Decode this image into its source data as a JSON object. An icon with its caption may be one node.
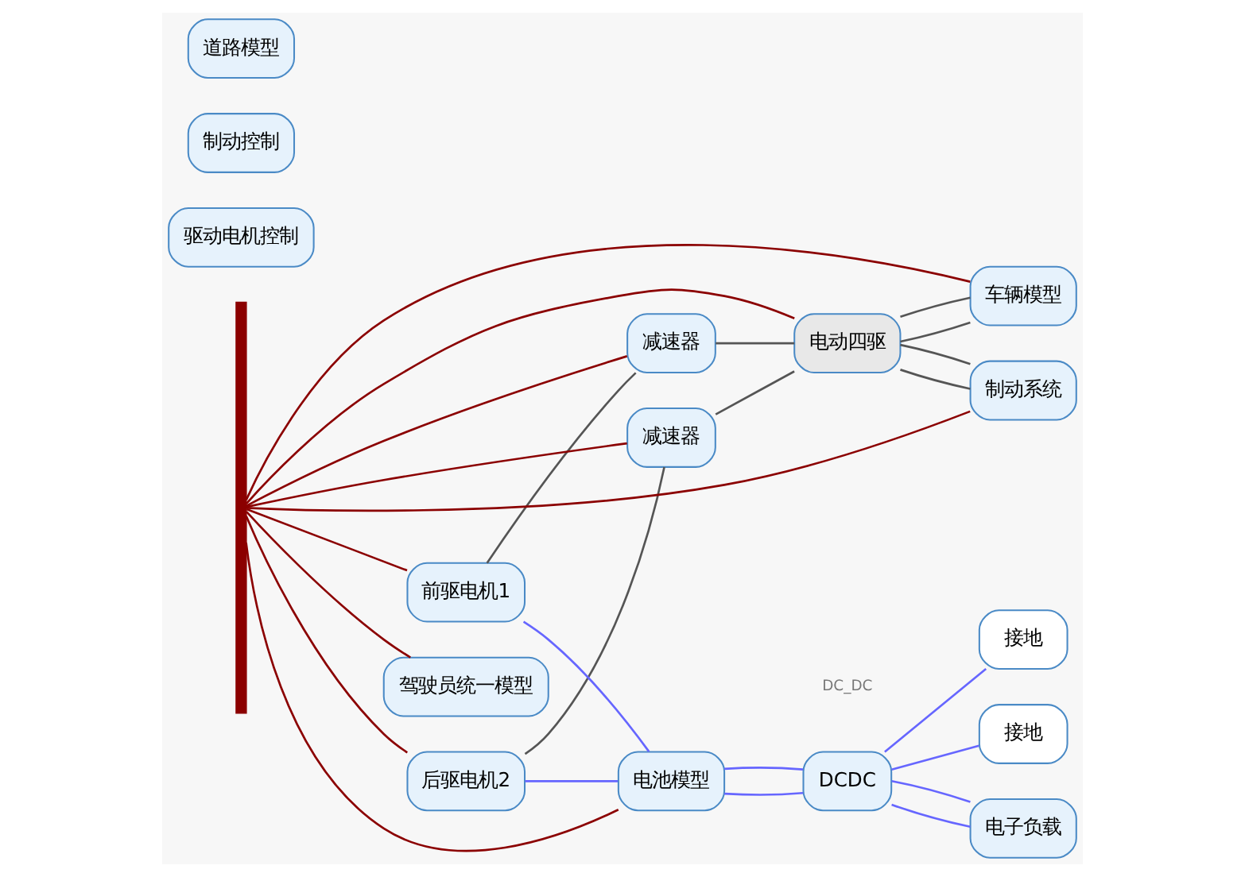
{
  "diagram": {
    "nodes": [
      {
        "text": [
          "后驱电机2"
        ]
      },
      {
        "text": [
          "减速器"
        ]
      },
      {
        "text": [
          "驱动电机控制"
        ]
      },
      {
        "text": [
          "制动控制"
        ]
      },
      {
        "text": [
          "驾驶员统一模型"
        ]
      },
      {
        "text": [
          "前驱电机1"
        ]
      },
      {
        "text": [
          "减速器"
        ]
      },
      {
        "text": [
          "电动四驱"
        ]
      },
      {
        "text": [
          "车辆模型"
        ]
      },
      {
        "text": [
          "制动系统"
        ]
      },
      {
        "text": [
          "电池模型"
        ]
      },
      {
        "text": [
          "DCDC"
        ],
        "beside": [
          "DC_DC"
        ]
      },
      {
        "text": [
          "电子负载"
        ]
      },
      {
        "text": [
          "接地"
        ]
      },
      {
        "text": [
          "接地"
        ]
      },
      {
        "text": [
          "道路模型"
        ]
      },
      {
        "text": [],
        "shape": "bar"
      }
    ],
    "edges": [
      {
        "from": 0,
        "to": 1,
        "arrow": "none",
        "color": "#555555"
      },
      {
        "from": 5,
        "to": 6,
        "arrow": "none",
        "color": "#555555"
      },
      {
        "from": 1,
        "to": 7,
        "arrow": "none",
        "color": "#555555"
      },
      {
        "from": 6,
        "to": 7,
        "arrow": "none",
        "color": "#555555"
      },
      {
        "from": 7,
        "to": 8,
        "arrow": "none",
        "color": "#555555"
      },
      {
        "from": 7,
        "to": 8,
        "arrow": "none",
        "color": "#555555"
      },
      {
        "from": 7,
        "to": 9,
        "arrow": "none",
        "color": "#555555"
      },
      {
        "from": 7,
        "to": 9,
        "arrow": "none",
        "color": "#555555"
      },
      {
        "from": 0,
        "to": 10,
        "arrow": "none",
        "color": "#6666ff"
      },
      {
        "from": 5,
        "to": 10,
        "arrow": "none",
        "color": "#6666ff"
      },
      {
        "from": 10,
        "to": 11,
        "arrow": "none",
        "color": "#6666ff"
      },
      {
        "from": 10,
        "to": 11,
        "arrow": "none",
        "color": "#6666ff"
      },
      {
        "from": 11,
        "to": 13,
        "arrow": "none",
        "color": "#6666ff"
      },
      {
        "from": 11,
        "to": 12,
        "arrow": "none",
        "color": "#6666ff"
      },
      {
        "from": 11,
        "to": 12,
        "arrow": "none",
        "color": "#6666ff"
      },
      {
        "from": 11,
        "to": 14,
        "arrow": "none",
        "color": "#6666ff"
      },
      {
        "from": 16,
        "to": 4,
        "arrow": "none"
      },
      {
        "from": 16,
        "to": 0,
        "arrow": "none"
      },
      {
        "from": 16,
        "to": 5,
        "arrow": "none"
      },
      {
        "from": 16,
        "to": 1,
        "arrow": "none"
      },
      {
        "from": 16,
        "to": 6,
        "arrow": "none"
      },
      {
        "from": 16,
        "to": 7,
        "arrow": "none"
      },
      {
        "from": 16,
        "to": 8,
        "arrow": "none"
      },
      {
        "from": 16,
        "to": 9,
        "arrow": "none"
      },
      {
        "from": 16,
        "to": 10,
        "arrow": "none"
      }
    ]
  }
}
